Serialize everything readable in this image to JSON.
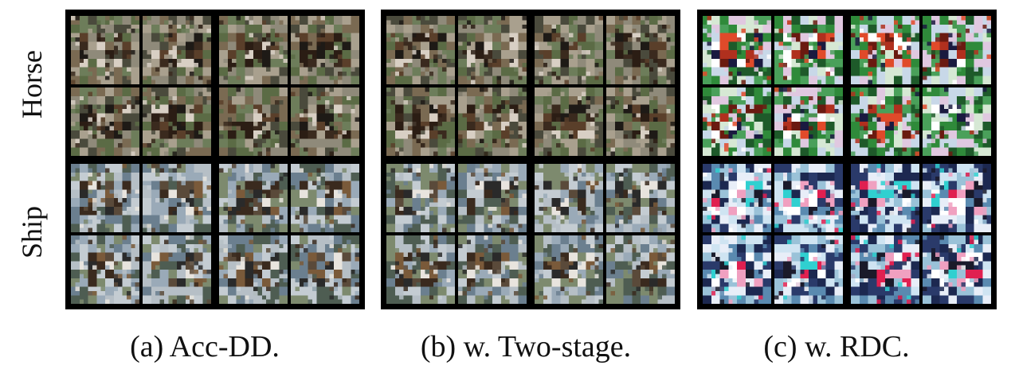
{
  "row_labels": {
    "horse": "Horse",
    "ship": "Ship"
  },
  "captions": {
    "a": "(a) Acc-DD.",
    "b": "(b) w. Two-stage.",
    "c": "(c) w. RDC."
  },
  "panels": [
    {
      "id": "a",
      "style": "muted"
    },
    {
      "id": "b",
      "style": "muted"
    },
    {
      "id": "c",
      "style": "saturated"
    }
  ]
}
